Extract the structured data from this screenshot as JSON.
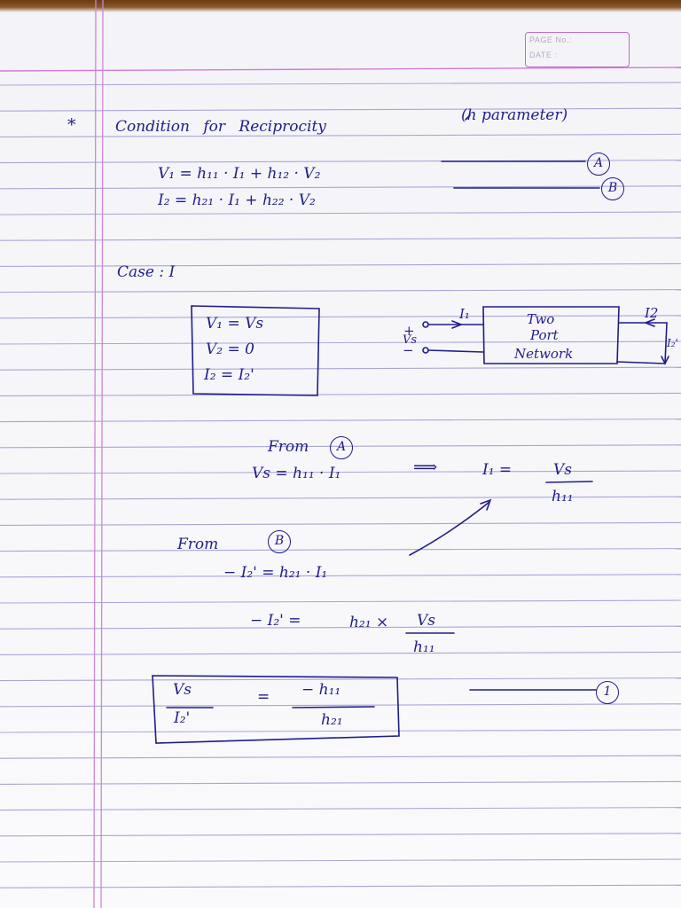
{
  "header": {
    "page_no_label": "PAGE No.:",
    "date_label": "DATE :"
  },
  "title": {
    "bullet": "*",
    "text": "Condition  for   Reciprocity",
    "paren": "(h  parameter)"
  },
  "equations": {
    "eq_a": "V₁ =  h₁₁ · I₁   + h₁₂ · V₂",
    "eq_b": "I₂ =  h₂₁ · I₁  + h₂₂ · V₂",
    "tag_a": "A",
    "tag_b": "B"
  },
  "case": {
    "label": "Case : I",
    "box": [
      "V₁ = Vs",
      "V₂ = 0",
      "I₂ = I₂'"
    ]
  },
  "diagram": {
    "i1_label": "I₁",
    "i2_label": "I2",
    "i2_prime_label": "I₂'",
    "source_label": "Vs",
    "plus": "+",
    "minus": "−",
    "network_lines": [
      "Two",
      "Port",
      "Network"
    ]
  },
  "derivation": {
    "from_a": "From",
    "from_a_tag": "A",
    "vs_eq": "Vs  = h₁₁ · I₁",
    "implies": "⟹",
    "i1_eq_lhs": "I₁  =",
    "i1_num": "Vs",
    "i1_den": "h₁₁",
    "from_b": "From",
    "from_b_tag": "B",
    "neg_i2_eq": "− I₂'  =  h₂₁ · I₁",
    "neg_i2_eq2_lhs": "− I₂'  =",
    "neg_i2_eq2_rhs": "h₂₁  ×",
    "neg_i2_num": "Vs",
    "neg_i2_den": "h₁₁"
  },
  "result": {
    "lhs_num": "Vs",
    "lhs_den": "I₂'",
    "equals": "=",
    "rhs_num": "− h₁₁",
    "rhs_den": "h₂₁",
    "tag": "1"
  },
  "colors": {
    "ink": "#1f1d8a",
    "rule": "#a8a8d8",
    "margin": "#c27ad0"
  }
}
